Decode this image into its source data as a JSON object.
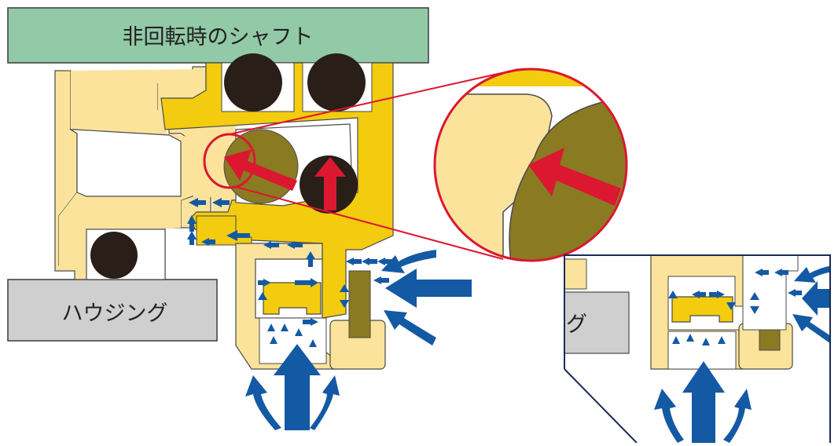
{
  "labels": {
    "shaft": "非回転時のシャフト",
    "housing": "ハウジング",
    "housing_cropped": "グ"
  },
  "colors": {
    "background": "#ffffff",
    "shaft_fill": "#92c9a6",
    "housing_fill": "#cfcfcf",
    "body_light": "#fbe39c",
    "body_yellow": "#f3cc0f",
    "olive_seal": "#8a7a22",
    "oring_dark": "#2a1e18",
    "pressure_blue": "#1459a3",
    "force_red": "#dc1730",
    "outline": "#333333",
    "inset_border": "#1a2b55"
  },
  "icons": {
    "force_arrow": "red-force-arrow-icon",
    "pressure_arrow": "blue-pressure-arrow-icon",
    "flow_arrow": "small-blue-flow-arrow-icon"
  }
}
